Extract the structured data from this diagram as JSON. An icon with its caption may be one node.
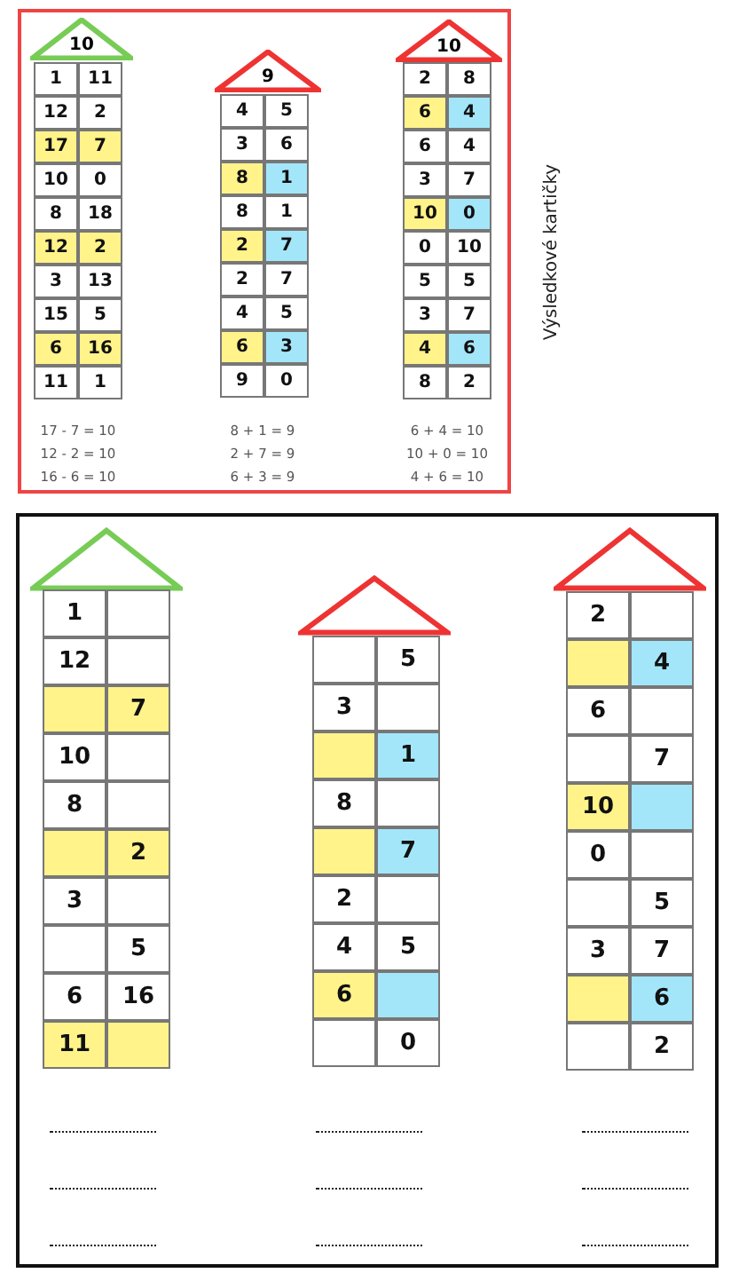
{
  "diagram": {
    "nodes": [
      {
        "text": [],
        "shape": "box",
        "beside": [
          "Výsledkové kartičky"
        ]
      },
      {
        "text": [
          "10"
        ],
        "in": 0
      },
      {
        "text": [
          "1"
        ],
        "in": 0
      },
      {
        "text": [
          "11"
        ],
        "in": 0
      },
      {
        "text": [
          "12"
        ],
        "in": 0
      },
      {
        "text": [
          "2"
        ],
        "in": 0
      },
      {
        "text": [
          "17"
        ],
        "in": 0
      },
      {
        "text": [
          "7"
        ],
        "in": 0
      },
      {
        "text": [
          "10"
        ],
        "in": 0
      },
      {
        "text": [
          "0"
        ],
        "in": 0
      },
      {
        "text": [
          "8"
        ],
        "in": 0
      },
      {
        "text": [
          "18"
        ],
        "in": 0
      },
      {
        "text": [
          "12"
        ],
        "in": 0
      },
      {
        "text": [
          "2"
        ],
        "in": 0
      },
      {
        "text": [
          "3"
        ],
        "in": 0
      },
      {
        "text": [
          "13"
        ],
        "in": 0
      },
      {
        "text": [
          "15"
        ],
        "in": 0
      },
      {
        "text": [
          "5"
        ],
        "in": 0
      },
      {
        "text": [
          "6"
        ],
        "in": 0
      },
      {
        "text": [
          "16"
        ],
        "in": 0
      },
      {
        "text": [
          "11"
        ],
        "in": 0
      },
      {
        "text": [
          "1"
        ],
        "in": 0
      },
      {
        "text": [
          "9"
        ],
        "in": 0
      },
      {
        "text": [
          "4"
        ],
        "in": 0
      },
      {
        "text": [
          "5"
        ],
        "in": 0
      },
      {
        "text": [
          "3"
        ],
        "in": 0
      },
      {
        "text": [
          "6"
        ],
        "in": 0
      },
      {
        "text": [
          "8"
        ],
        "in": 0
      },
      {
        "text": [
          "1"
        ],
        "in": 0
      },
      {
        "text": [
          "8"
        ],
        "in": 0
      },
      {
        "text": [
          "1"
        ],
        "in": 0
      },
      {
        "text": [
          "2"
        ],
        "in": 0
      },
      {
        "text": [
          "7"
        ],
        "in": 0
      },
      {
        "text": [
          "2"
        ],
        "in": 0
      },
      {
        "text": [
          "7"
        ],
        "in": 0
      },
      {
        "text": [
          "4"
        ],
        "in": 0
      },
      {
        "text": [
          "5"
        ],
        "in": 0
      },
      {
        "text": [
          "6"
        ],
        "in": 0
      },
      {
        "text": [
          "3"
        ],
        "in": 0
      },
      {
        "text": [
          "9"
        ],
        "in": 0
      },
      {
        "text": [
          "0"
        ],
        "in": 0
      },
      {
        "text": [
          "10"
        ],
        "in": 0
      },
      {
        "text": [
          "2"
        ],
        "in": 0
      },
      {
        "text": [
          "8"
        ],
        "in": 0
      },
      {
        "text": [
          "6"
        ],
        "in": 0
      },
      {
        "text": [
          "4"
        ],
        "in": 0
      },
      {
        "text": [
          "6"
        ],
        "in": 0
      },
      {
        "text": [
          "4"
        ],
        "in": 0
      },
      {
        "text": [
          "3"
        ],
        "in": 0
      },
      {
        "text": [
          "7"
        ],
        "in": 0
      },
      {
        "text": [
          "10"
        ],
        "in": 0
      },
      {
        "text": [
          "0"
        ],
        "in": 0
      },
      {
        "text": [
          "0"
        ],
        "in": 0
      },
      {
        "text": [
          "10"
        ],
        "in": 0
      },
      {
        "text": [
          "5"
        ],
        "in": 0
      },
      {
        "text": [
          "5"
        ],
        "in": 0
      },
      {
        "text": [
          "3"
        ],
        "in": 0
      },
      {
        "text": [
          "7"
        ],
        "in": 0
      },
      {
        "text": [
          "4"
        ],
        "in": 0
      },
      {
        "text": [
          "6"
        ],
        "in": 0
      },
      {
        "text": [
          "8"
        ],
        "in": 0
      },
      {
        "text": [
          "2"
        ],
        "in": 0
      },
      {
        "text": [],
        "shape": "box"
      },
      {
        "text": [],
        "shape": "triangle",
        "in": 62
      },
      {
        "text": [
          "1"
        ],
        "in": 62
      },
      {
        "text": [],
        "shape": "box",
        "in": 62
      },
      {
        "text": [
          "12"
        ],
        "in": 62
      },
      {
        "text": [],
        "shape": "box",
        "in": 62
      },
      {
        "text": [],
        "shape": "box",
        "in": 62
      },
      {
        "text": [
          "7"
        ],
        "in": 62
      },
      {
        "text": [
          "10"
        ],
        "in": 62
      },
      {
        "text": [],
        "shape": "box",
        "in": 62
      },
      {
        "text": [
          "8"
        ],
        "in": 62
      },
      {
        "text": [],
        "shape": "box",
        "in": 62
      },
      {
        "text": [],
        "shape": "box",
        "in": 62
      },
      {
        "text": [
          "2"
        ],
        "in": 62
      },
      {
        "text": [
          "3"
        ],
        "in": 62
      },
      {
        "text": [],
        "shape": "box",
        "in": 62
      },
      {
        "text": [],
        "shape": "box",
        "in": 62
      },
      {
        "text": [
          "5"
        ],
        "in": 62
      },
      {
        "text": [
          "6"
        ],
        "in": 62
      },
      {
        "text": [
          "16"
        ],
        "in": 62
      },
      {
        "text": [
          "11"
        ],
        "in": 62
      },
      {
        "text": [],
        "shape": "box",
        "in": 62
      },
      {
        "text": [],
        "shape": "triangle",
        "in": 62
      },
      {
        "text": [],
        "shape": "box",
        "in": 62
      },
      {
        "text": [
          "5"
        ],
        "in": 62
      },
      {
        "text": [
          "3"
        ],
        "in": 62
      },
      {
        "text": [],
        "shape": "box",
        "in": 62
      },
      {
        "text": [],
        "shape": "box",
        "in": 62
      },
      {
        "text": [
          "1"
        ],
        "in": 62
      },
      {
        "text": [
          "8"
        ],
        "in": 62
      },
      {
        "text": [],
        "shape": "box",
        "in": 62
      },
      {
        "text": [],
        "shape": "box",
        "in": 62
      },
      {
        "text": [
          "7"
        ],
        "in": 62
      },
      {
        "text": [
          "2"
        ],
        "in": 62
      },
      {
        "text": [],
        "shape": "box",
        "in": 62
      },
      {
        "text": [
          "4"
        ],
        "in": 62
      },
      {
        "text": [
          "5"
        ],
        "in": 62
      },
      {
        "text": [
          "6"
        ],
        "in": 62
      },
      {
        "text": [],
        "shape": "box",
        "in": 62
      },
      {
        "text": [],
        "shape": "box",
        "in": 62
      },
      {
        "text": [
          "0"
        ],
        "in": 62
      },
      {
        "text": [],
        "shape": "triangle",
        "in": 62
      },
      {
        "text": [
          "2"
        ],
        "in": 62
      },
      {
        "text": [],
        "shape": "box",
        "in": 62
      },
      {
        "text": [],
        "shape": "box",
        "in": 62
      },
      {
        "text": [
          "4"
        ],
        "in": 62
      },
      {
        "text": [
          "6"
        ],
        "in": 62
      },
      {
        "text": [],
        "shape": "box",
        "in": 62
      },
      {
        "text": [],
        "shape": "box",
        "in": 62
      },
      {
        "text": [
          "7"
        ],
        "in": 62
      },
      {
        "text": [
          "10"
        ],
        "in": 62
      },
      {
        "text": [],
        "shape": "box",
        "in": 62
      },
      {
        "text": [
          "0"
        ],
        "in": 62
      },
      {
        "text": [],
        "shape": "box",
        "in": 62
      },
      {
        "text": [],
        "shape": "box",
        "in": 62
      },
      {
        "text": [
          "5"
        ],
        "in": 62
      },
      {
        "text": [
          "3"
        ],
        "in": 62
      },
      {
        "text": [
          "7"
        ],
        "in": 62
      },
      {
        "text": [],
        "shape": "box",
        "in": 62
      },
      {
        "text": [
          "6"
        ],
        "in": 62
      },
      {
        "text": [],
        "shape": "box",
        "in": 62
      },
      {
        "text": [
          "2"
        ],
        "in": 62
      }
    ],
    "labels": [
      "17 - 7 = 10",
      "8 + 1 = 9",
      "6 + 4 = 10",
      "12 - 2 = 10",
      "2 + 7 = 9",
      "10 + 0 = 10",
      "16 - 6 = 10",
      "6 + 3 = 9",
      "4 + 6 = 10"
    ]
  }
}
